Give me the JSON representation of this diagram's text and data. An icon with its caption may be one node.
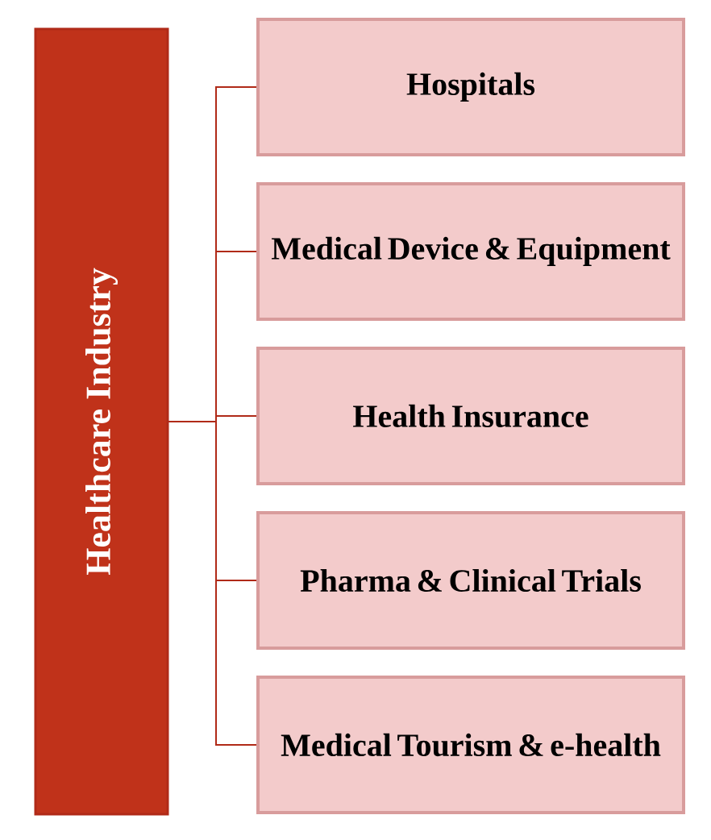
{
  "diagram": {
    "nodes": [
      {
        "text": [
          "Healthcare Industry"
        ]
      },
      {
        "text": [
          "Hospitals"
        ]
      },
      {
        "text": [
          "Medical Device & Equipment"
        ]
      },
      {
        "text": [
          "Health Insurance"
        ]
      },
      {
        "text": [
          "Pharma & Clinical Trials"
        ]
      },
      {
        "text": [
          "Medical Tourism & e-health"
        ]
      }
    ],
    "edges": [
      {
        "from": 0,
        "to": 1,
        "arrow": "none"
      },
      {
        "from": 0,
        "to": 2,
        "arrow": "none"
      },
      {
        "from": 0,
        "to": 3,
        "arrow": "none"
      },
      {
        "from": 0,
        "to": 4,
        "arrow": "none"
      },
      {
        "from": 0,
        "to": 5,
        "arrow": "none"
      }
    ]
  }
}
